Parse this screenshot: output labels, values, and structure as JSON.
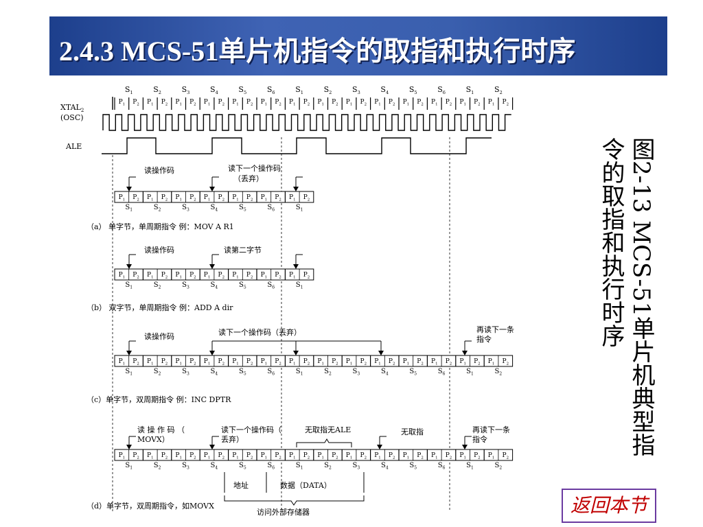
{
  "title": "2.4.3  MCS-51单片机指令的取指和执行时序",
  "caption": "图2-13  MCS-51单片机典型指令的取指和执行时序",
  "return_button": "返回本节",
  "timing": {
    "states": [
      "S1",
      "S2",
      "S3",
      "S4",
      "S5",
      "S6",
      "S1",
      "S2",
      "S3",
      "S4",
      "S5",
      "S6",
      "S1",
      "S2"
    ],
    "phases": [
      "P1",
      "P2"
    ],
    "xtal_label_line1": "XTAL2",
    "xtal_label_line2": "(OSC)",
    "ale_label": "ALE"
  },
  "panels": [
    {
      "caption": "（a） 单字节，单周期指令   例：MOV  A  R1",
      "notes": [
        "读操作码",
        "读下一个操作码",
        "（丢弃）"
      ]
    },
    {
      "caption": "（b） 双字节，单周期指令   例：ADD  A  dir",
      "notes": [
        "读操作码",
        "读第二字节"
      ]
    },
    {
      "caption": "（c）单字节，双周期指令   例：INC  DPTR",
      "notes": [
        "读操作码",
        "读下一个操作码（丢弃）",
        "再读下一条",
        "指令"
      ]
    },
    {
      "caption": "（d）单字节，双周期指令，如MOVX",
      "notes": [
        "读  操  作  码  （",
        "MOVX）",
        "读下一个操作码（",
        "丢弃）",
        "无取指无ALE",
        "无取指",
        "再读下一条",
        "指令"
      ],
      "bus_labels": [
        "地址",
        "数据（DATA）",
        "访问外部存储器"
      ]
    }
  ]
}
